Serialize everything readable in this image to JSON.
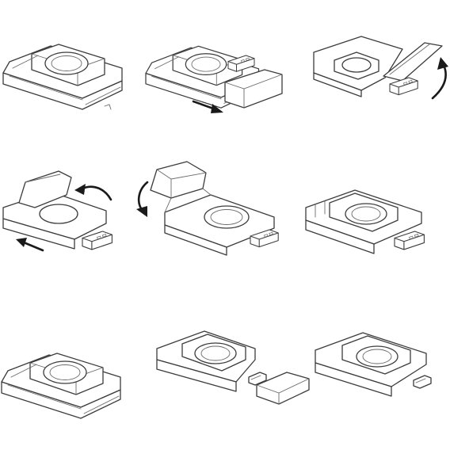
{
  "diagram": {
    "kind": "instruction illustration",
    "steps": [
      {
        "id": 1,
        "state": "closed",
        "arrows": []
      },
      {
        "id": 2,
        "state": "slide cap out",
        "arrows": [
          "slide-right"
        ]
      },
      {
        "id": 3,
        "state": "flip cover up",
        "arrows": [
          "rotate-up"
        ]
      },
      {
        "id": 4,
        "state": "rotate cover back",
        "arrows": [
          "rotate-over",
          "slide-left"
        ]
      },
      {
        "id": 5,
        "state": "cover rotating",
        "arrows": [
          "rotate-down"
        ]
      },
      {
        "id": 6,
        "state": "usb-a exposed",
        "arrows": []
      },
      {
        "id": 7,
        "state": "closed",
        "arrows": []
      },
      {
        "id": 8,
        "state": "cap removed, usb-c exposed",
        "arrows": []
      },
      {
        "id": 9,
        "state": "usb-c exposed",
        "arrows": []
      }
    ],
    "colors": {
      "line": "#3c3c3c",
      "arrow": "#1a1a1a",
      "background": "#ffffff"
    }
  }
}
